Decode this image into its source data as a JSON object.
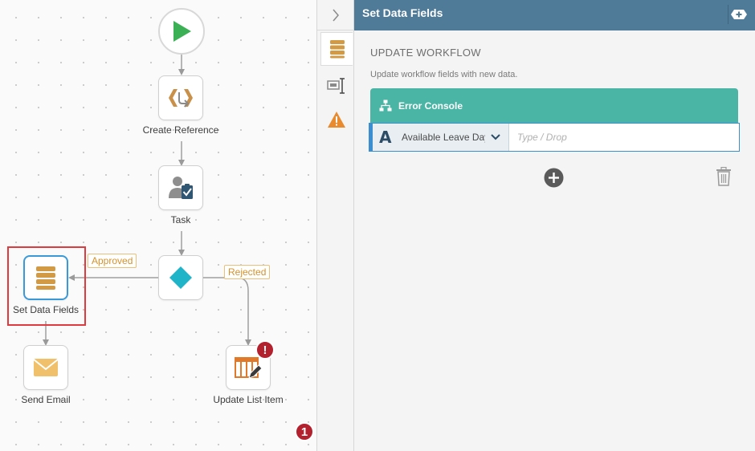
{
  "canvas": {
    "nodes": {
      "create_reference": "Create Reference",
      "task": "Task",
      "set_data_fields": "Set Data Fields",
      "send_email": "Send Email",
      "update_list_item": "Update List Item"
    },
    "branches": {
      "approved": "Approved",
      "rejected": "Rejected"
    },
    "node_error_badge": "!",
    "error_count_badge": "1"
  },
  "panel": {
    "title": "Set Data Fields",
    "section_title": "UPDATE WORKFLOW",
    "section_description": "Update workflow fields with new data.",
    "error_console_label": "Error Console",
    "field_row": {
      "type_icon": "A",
      "selected_field": "Available Leave Days",
      "value_placeholder": "Type / Drop",
      "value": ""
    }
  },
  "colors": {
    "header": "#4f7b99",
    "error_console": "#4ab5a4",
    "accent_blue": "#3b8fd0",
    "branch_tag": "#d4922a",
    "error_red": "#b3202e",
    "start_green": "#3cb054",
    "decision_teal": "#1fb4c8"
  },
  "icons": {
    "start": "play-icon",
    "create_reference": "reference-icon",
    "task": "user-task-icon",
    "decision": "diamond-icon",
    "set_data_fields": "database-icon",
    "send_email": "envelope-icon",
    "update_list_item": "list-edit-icon",
    "rail": [
      "database-icon",
      "screen-cursor-icon",
      "warning-icon"
    ]
  }
}
